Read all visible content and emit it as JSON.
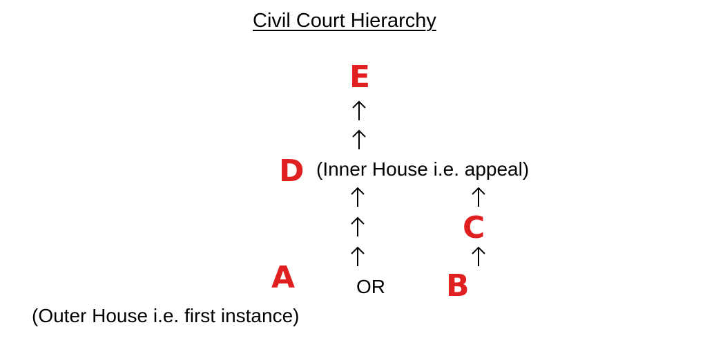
{
  "diagram": {
    "title": "Civil Court Hierarchy",
    "nodes": {
      "e": {
        "letter": "E"
      },
      "d": {
        "letter": "D",
        "description": "(Inner House i.e. appeal)"
      },
      "c": {
        "letter": "C"
      },
      "b": {
        "letter": "B"
      },
      "a": {
        "letter": "A",
        "description": "(Outer House i.e. first instance)"
      }
    },
    "connector_label": "OR",
    "colors": {
      "letter": "#e02020",
      "text": "#000000",
      "background": "#ffffff"
    },
    "icons": {
      "arrow": "up-arrow-icon"
    }
  }
}
